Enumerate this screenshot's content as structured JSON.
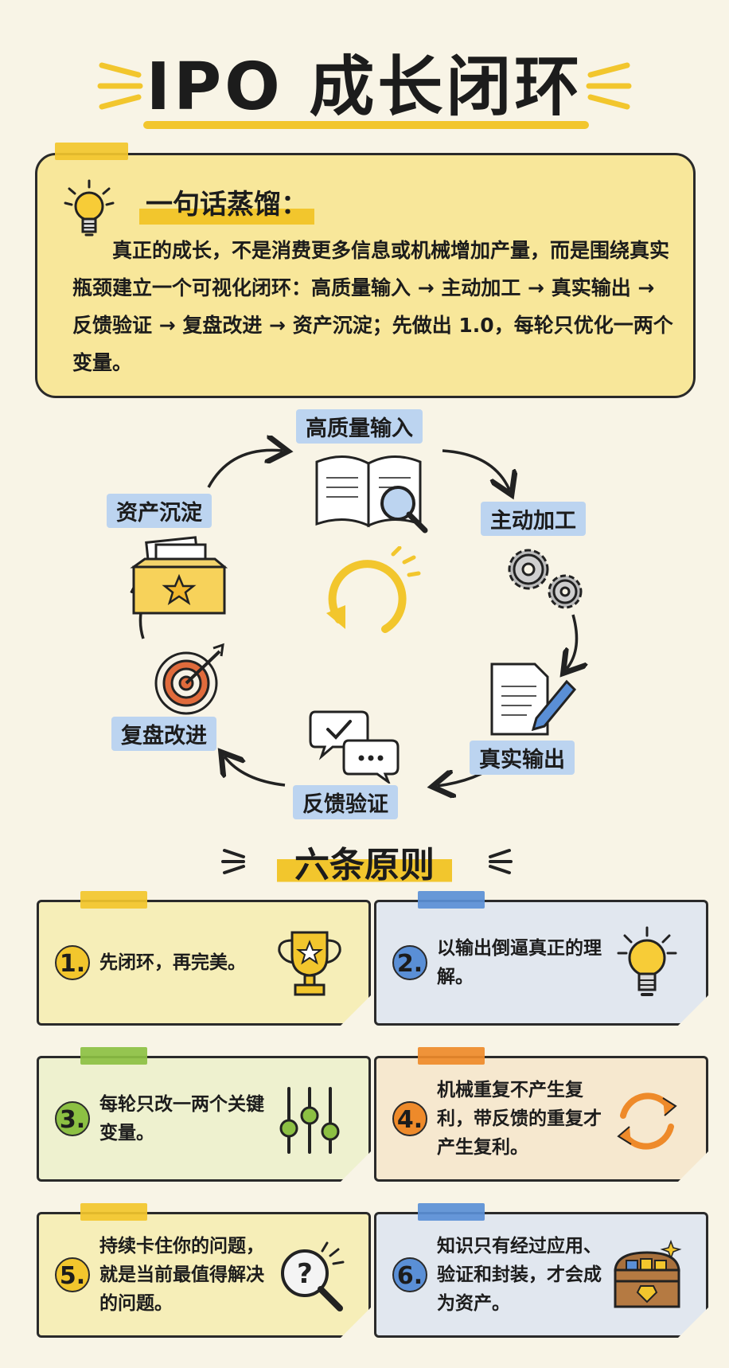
{
  "title": "IPO 成长闭环",
  "summary": {
    "heading": "一句话蒸馏：",
    "text": "真正的成长，不是消费更多信息或机械增加产量，而是围绕真实瓶颈建立一个可视化闭环：高质量输入 → 主动加工 → 真实输出 → 反馈验证 → 复盘改进 → 资产沉淀；先做出 1.0，每轮只优化一两个变量。"
  },
  "cycle": {
    "nodes": [
      {
        "label": "高质量输入",
        "icon": "book-magnifier-icon"
      },
      {
        "label": "主动加工",
        "icon": "gears-icon"
      },
      {
        "label": "真实输出",
        "icon": "document-pen-icon"
      },
      {
        "label": "反馈验证",
        "icon": "chat-bubbles-icon"
      },
      {
        "label": "复盘改进",
        "icon": "target-arrow-icon"
      },
      {
        "label": "资产沉淀",
        "icon": "star-box-icon"
      }
    ],
    "center_icon": "cycle-arrow-icon"
  },
  "principles": {
    "heading": "六条原则",
    "items": [
      {
        "num": "1.",
        "text": "先闭环，再完美。",
        "icon": "trophy-icon",
        "accent": "#f2c62d",
        "bg": "#f6eeb8"
      },
      {
        "num": "2.",
        "text": "以输出倒逼真正的理解。",
        "icon": "lightbulb-icon",
        "accent": "#5a8fd6",
        "bg": "#e1e7ef"
      },
      {
        "num": "3.",
        "text": "每轮只改一两个关键变量。",
        "icon": "sliders-icon",
        "accent": "#8cc043",
        "bg": "#eef1cf"
      },
      {
        "num": "4.",
        "text": "机械重复不产生复利，带反馈的重复才产生复利。",
        "icon": "refresh-arrows-icon",
        "accent": "#ee8a2a",
        "bg": "#f6e8cf"
      },
      {
        "num": "5.",
        "text": "持续卡住你的问题，就是当前最值得解决的问题。",
        "icon": "question-magnifier-icon",
        "accent": "#f2c62d",
        "bg": "#f6eeb8"
      },
      {
        "num": "6.",
        "text": "知识只有经过应用、验证和封装，才会成为资产。",
        "icon": "treasure-chest-icon",
        "accent": "#5a8fd6",
        "bg": "#e1e7ef"
      }
    ]
  },
  "colors": {
    "yellow": "#f2c62d",
    "blue_label": "#bcd4f0",
    "panel": "#f8e79a",
    "background": "#f8f4e6"
  }
}
